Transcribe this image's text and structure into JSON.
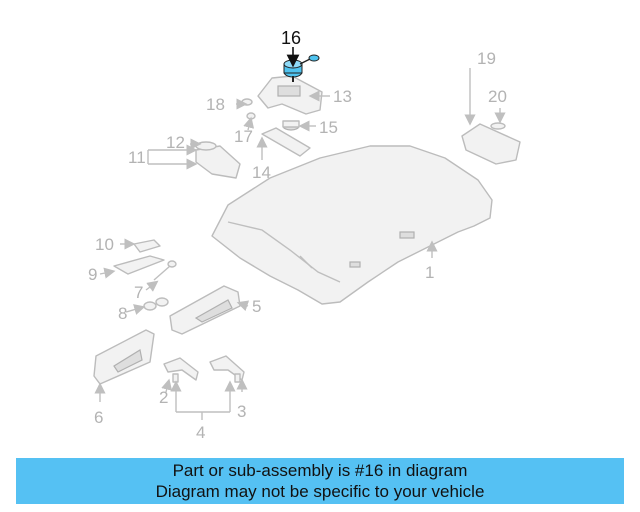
{
  "diagram": {
    "highlighted_part": "16",
    "callouts": [
      "1",
      "2",
      "3",
      "4",
      "5",
      "6",
      "7",
      "8",
      "9",
      "10",
      "11",
      "12",
      "13",
      "14",
      "15",
      "16",
      "17",
      "18",
      "19",
      "20"
    ]
  },
  "banner": {
    "line1": "Part or sub-assembly is #16 in diagram",
    "line2": "Diagram may not be specific to your vehicle",
    "color": "#55c1f3"
  },
  "colors": {
    "highlight": "#4fc3ef",
    "callout_gray": "#b3b3b3"
  }
}
